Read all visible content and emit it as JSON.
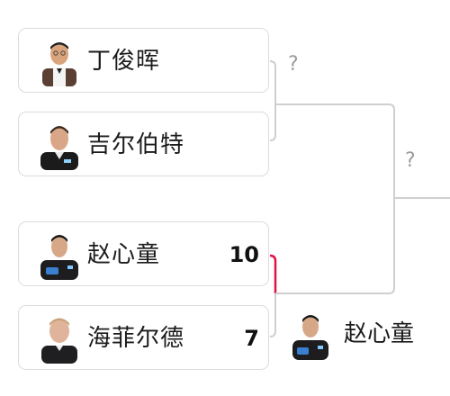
{
  "matches": [
    {
      "players": [
        {
          "name": "丁俊晖",
          "score": ""
        },
        {
          "name": "吉尔伯特",
          "score": ""
        }
      ],
      "result": "?"
    },
    {
      "players": [
        {
          "name": "赵心童",
          "score": "10"
        },
        {
          "name": "海菲尔德",
          "score": "7"
        }
      ],
      "result": "赵心童"
    }
  ],
  "next_round_result": "?",
  "colors": {
    "winner_line": "#e0123f",
    "line": "#cfcfcf",
    "card_border": "#dcdcdc"
  },
  "icons": [
    "player-avatar",
    "player-avatar",
    "player-avatar",
    "player-avatar",
    "player-avatar"
  ]
}
